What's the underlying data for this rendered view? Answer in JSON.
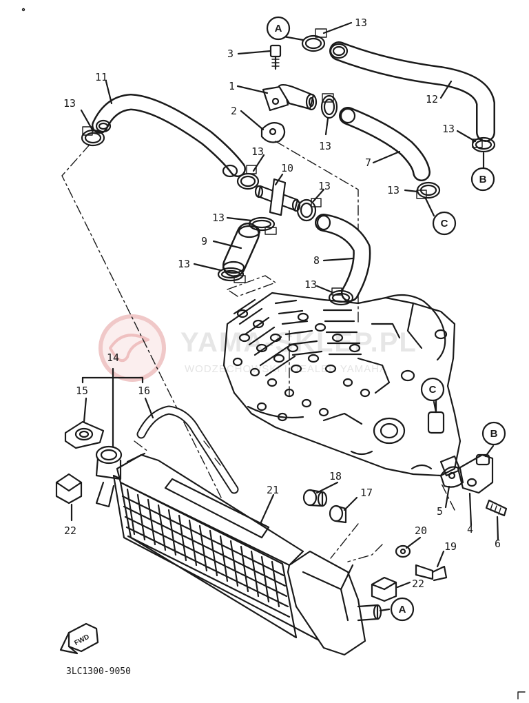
{
  "diagram": {
    "part_code": "3LC1300-9050",
    "fwd_label": "FWD",
    "watermark": {
      "text": "YAMA-SKLEP.PL",
      "subtext": "WODZECHOWSKI I DEALER YAMAHA"
    },
    "callouts": {
      "n1": "1",
      "n2": "2",
      "n3": "3",
      "n4": "4",
      "n5": "5",
      "n6": "6",
      "n7": "7",
      "n8": "8",
      "n9": "9",
      "n10": "10",
      "n11": "11",
      "n12": "12",
      "n13a": "13",
      "n13b": "13",
      "n13c": "13",
      "n13d": "13",
      "n13e": "13",
      "n13f": "13",
      "n13g": "13",
      "n13h": "13",
      "n13i": "13",
      "n13j": "13",
      "n14": "14",
      "n15": "15",
      "n16": "16",
      "n17": "17",
      "n18": "18",
      "n19": "19",
      "n20": "20",
      "n21": "21",
      "n22a": "22",
      "n22b": "22"
    },
    "refs": {
      "a_top": "A",
      "a_bottom": "A",
      "b_right": "B",
      "b_engine": "B",
      "c_right": "C",
      "c_engine": "C"
    },
    "colors": {
      "ink": "#1a1a1a",
      "watermark": "#e5b8b8",
      "background": "#ffffff"
    }
  }
}
